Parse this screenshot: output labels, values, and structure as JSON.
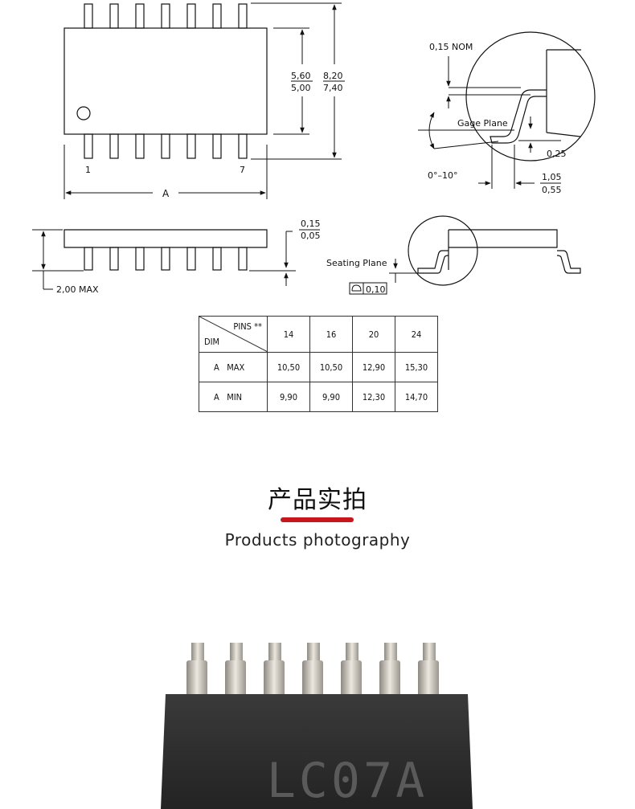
{
  "drawing": {
    "top_view": {
      "pin1_label": "1",
      "pin7_label": "7",
      "dim_a_label": "A",
      "body_width_top": "5,60",
      "body_width_bottom": "5,00",
      "overall_width_top": "8,20",
      "overall_width_bottom": "7,40"
    },
    "lead_detail": {
      "nom_label": "0,15 NOM",
      "gage_plane": "Gage Plane",
      "lead_thickness": "0,25",
      "angle": "0°–10°",
      "foot_length_top": "1,05",
      "foot_length_bottom": "0,55"
    },
    "side_view": {
      "standoff_top": "0,15",
      "standoff_bottom": "0,05",
      "height_max": "2,00 MAX",
      "seating_plane": "Seating Plane",
      "flatness": "0,10"
    }
  },
  "dim_table": {
    "header_pins": "PINS **",
    "header_dim": "DIM",
    "pins": [
      "14",
      "16",
      "20",
      "24"
    ],
    "rows": [
      {
        "label": "A   MAX",
        "values": [
          "10,50",
          "10,50",
          "12,90",
          "15,30"
        ]
      },
      {
        "label": "A   MIN",
        "values": [
          "9,90",
          "9,90",
          "12,30",
          "14,70"
        ]
      }
    ]
  },
  "section": {
    "title": "产品实拍",
    "subtitle": "Products photography",
    "accent_color": "#c8161d"
  },
  "photo": {
    "chip_marking": "LC07A"
  }
}
